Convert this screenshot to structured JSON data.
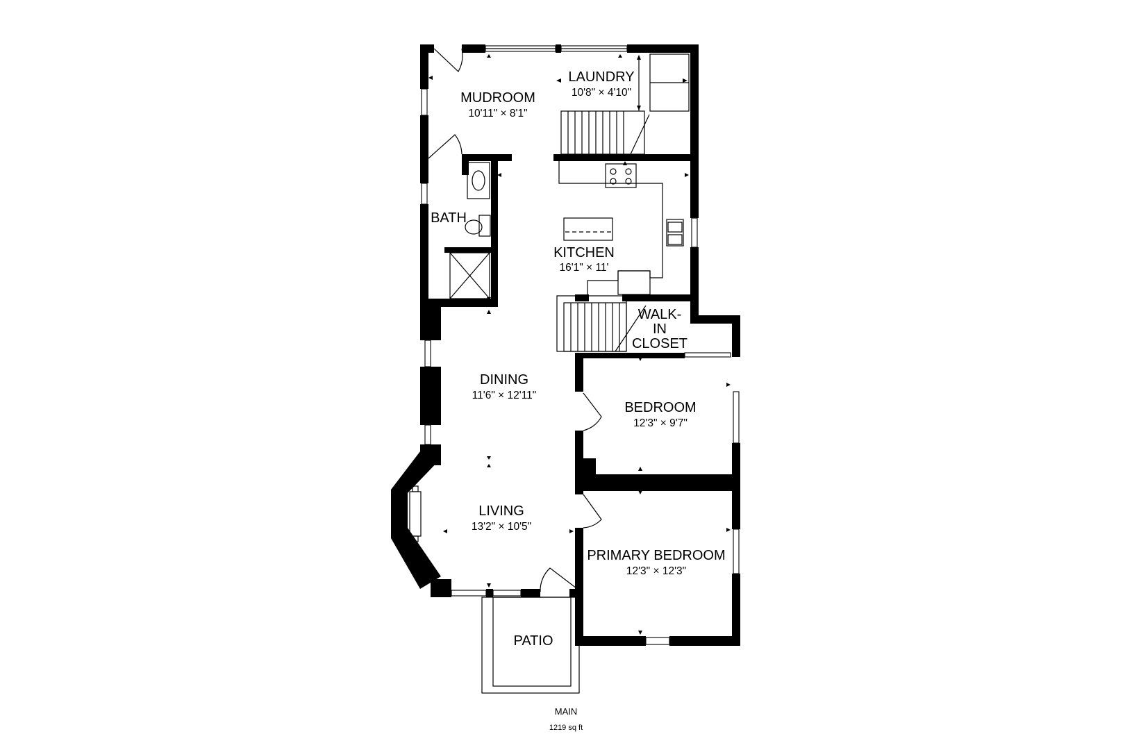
{
  "plan": {
    "floor_label": "MAIN",
    "area_label": "1219 sq ft",
    "rooms": {
      "mudroom": {
        "name": "MUDROOM",
        "dims": "10'11\" × 8'1\""
      },
      "laundry": {
        "name": "LAUNDRY",
        "dims": "10'8\" × 4'10\""
      },
      "bath": {
        "name": "BATH"
      },
      "kitchen": {
        "name": "KITCHEN",
        "dims": "16'1\" × 11'"
      },
      "walk_in_closet": {
        "line1": "WALK-",
        "line2": "IN",
        "line3": "CLOSET"
      },
      "dining": {
        "name": "DINING",
        "dims": "11'6\" × 12'11\""
      },
      "bedroom": {
        "name": "BEDROOM",
        "dims": "12'3\" × 9'7\""
      },
      "living": {
        "name": "LIVING",
        "dims": "13'2\" × 10'5\""
      },
      "primary_bedroom": {
        "name": "PRIMARY BEDROOM",
        "dims": "12'3\" × 12'3\""
      },
      "patio": {
        "name": "PATIO"
      }
    }
  }
}
